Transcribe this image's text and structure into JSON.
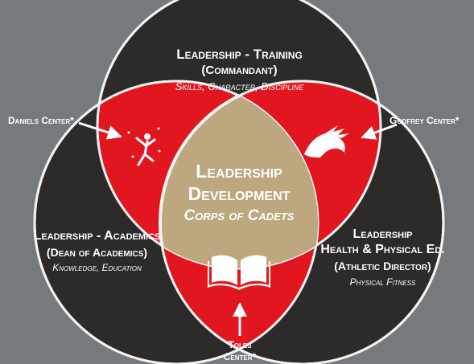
{
  "colors": {
    "background": "#777a7d",
    "circle_fill": "#2d2b2a",
    "circle_stroke": "#f3f3f3",
    "overlap_red": "#e1161f",
    "center_tan": "#bca77f",
    "text": "#ffffff"
  },
  "training": {
    "title": "Leadership - Training",
    "role": "(Commandant)",
    "focus": "Skills, Character, Discipline"
  },
  "academics": {
    "title": "Leadership - Academics",
    "role": "(Dean of Academics)",
    "focus": "Knowledge, Education"
  },
  "health": {
    "title_line1": "Leadership",
    "title_line2": "Health & Physical Ed.",
    "role": "(Athletic Director)",
    "focus": "Physical Fitness"
  },
  "center": {
    "line1": "Leadership",
    "line2": "Development",
    "line3": "Corps of Cadets"
  },
  "callouts": {
    "daniels": "Daniels Center*",
    "godfrey": "Godfrey Center*",
    "toles_line1": "Toles",
    "toles_line2": "Center*"
  },
  "icons": {
    "daniels": "rock-climber-icon",
    "godfrey": "horse-head-icon",
    "toles": "open-book-icon"
  }
}
